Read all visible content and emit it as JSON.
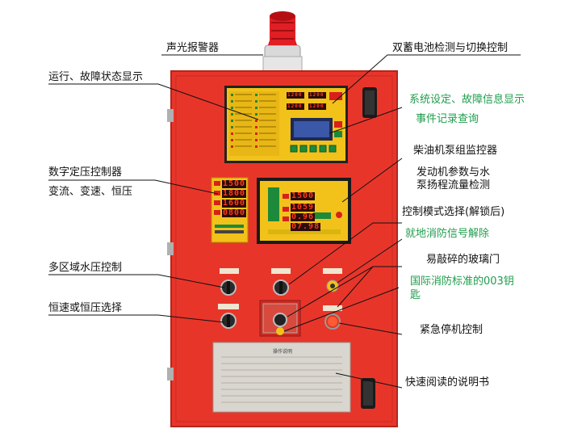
{
  "labels": {
    "alarm": "声光报警器",
    "battery": "双蓄电池检测与切换控制",
    "status": "运行、故障状态显示",
    "settings": "系统设定、故障信息显示",
    "events": "事件记录查询",
    "digital": "数字定压控制器",
    "flow": "变流、变速、恒压",
    "diesel": "柴油机泵组监控器",
    "engine_l1": "发动机参数与水",
    "engine_l2": "泵扬程流量检测",
    "mode": "控制模式选择(解锁后)",
    "local": "就地消防信号解除",
    "multizone": "多区域水压控制",
    "glass": "易敲碎的玻璃门",
    "key_l1": "国际消防标准的003钥",
    "key_l2": "匙",
    "speed": "恒速或恒压选择",
    "estop": "紧急停机控制",
    "manual": "快速阅读的说明书"
  },
  "displays": {
    "left_ctrl": [
      "1500",
      "1800",
      "1600",
      "0800"
    ],
    "right_ctrl": [
      "1500",
      "1059",
      "0.96",
      "07.98"
    ],
    "top_ctrl": [
      "1200",
      "1200",
      "1200",
      "1200"
    ]
  },
  "manual_title": "操作说明",
  "colors": {
    "cabinet": "#e8352a",
    "panel": "#f2c21a",
    "green_text": "#1f9d4c"
  }
}
